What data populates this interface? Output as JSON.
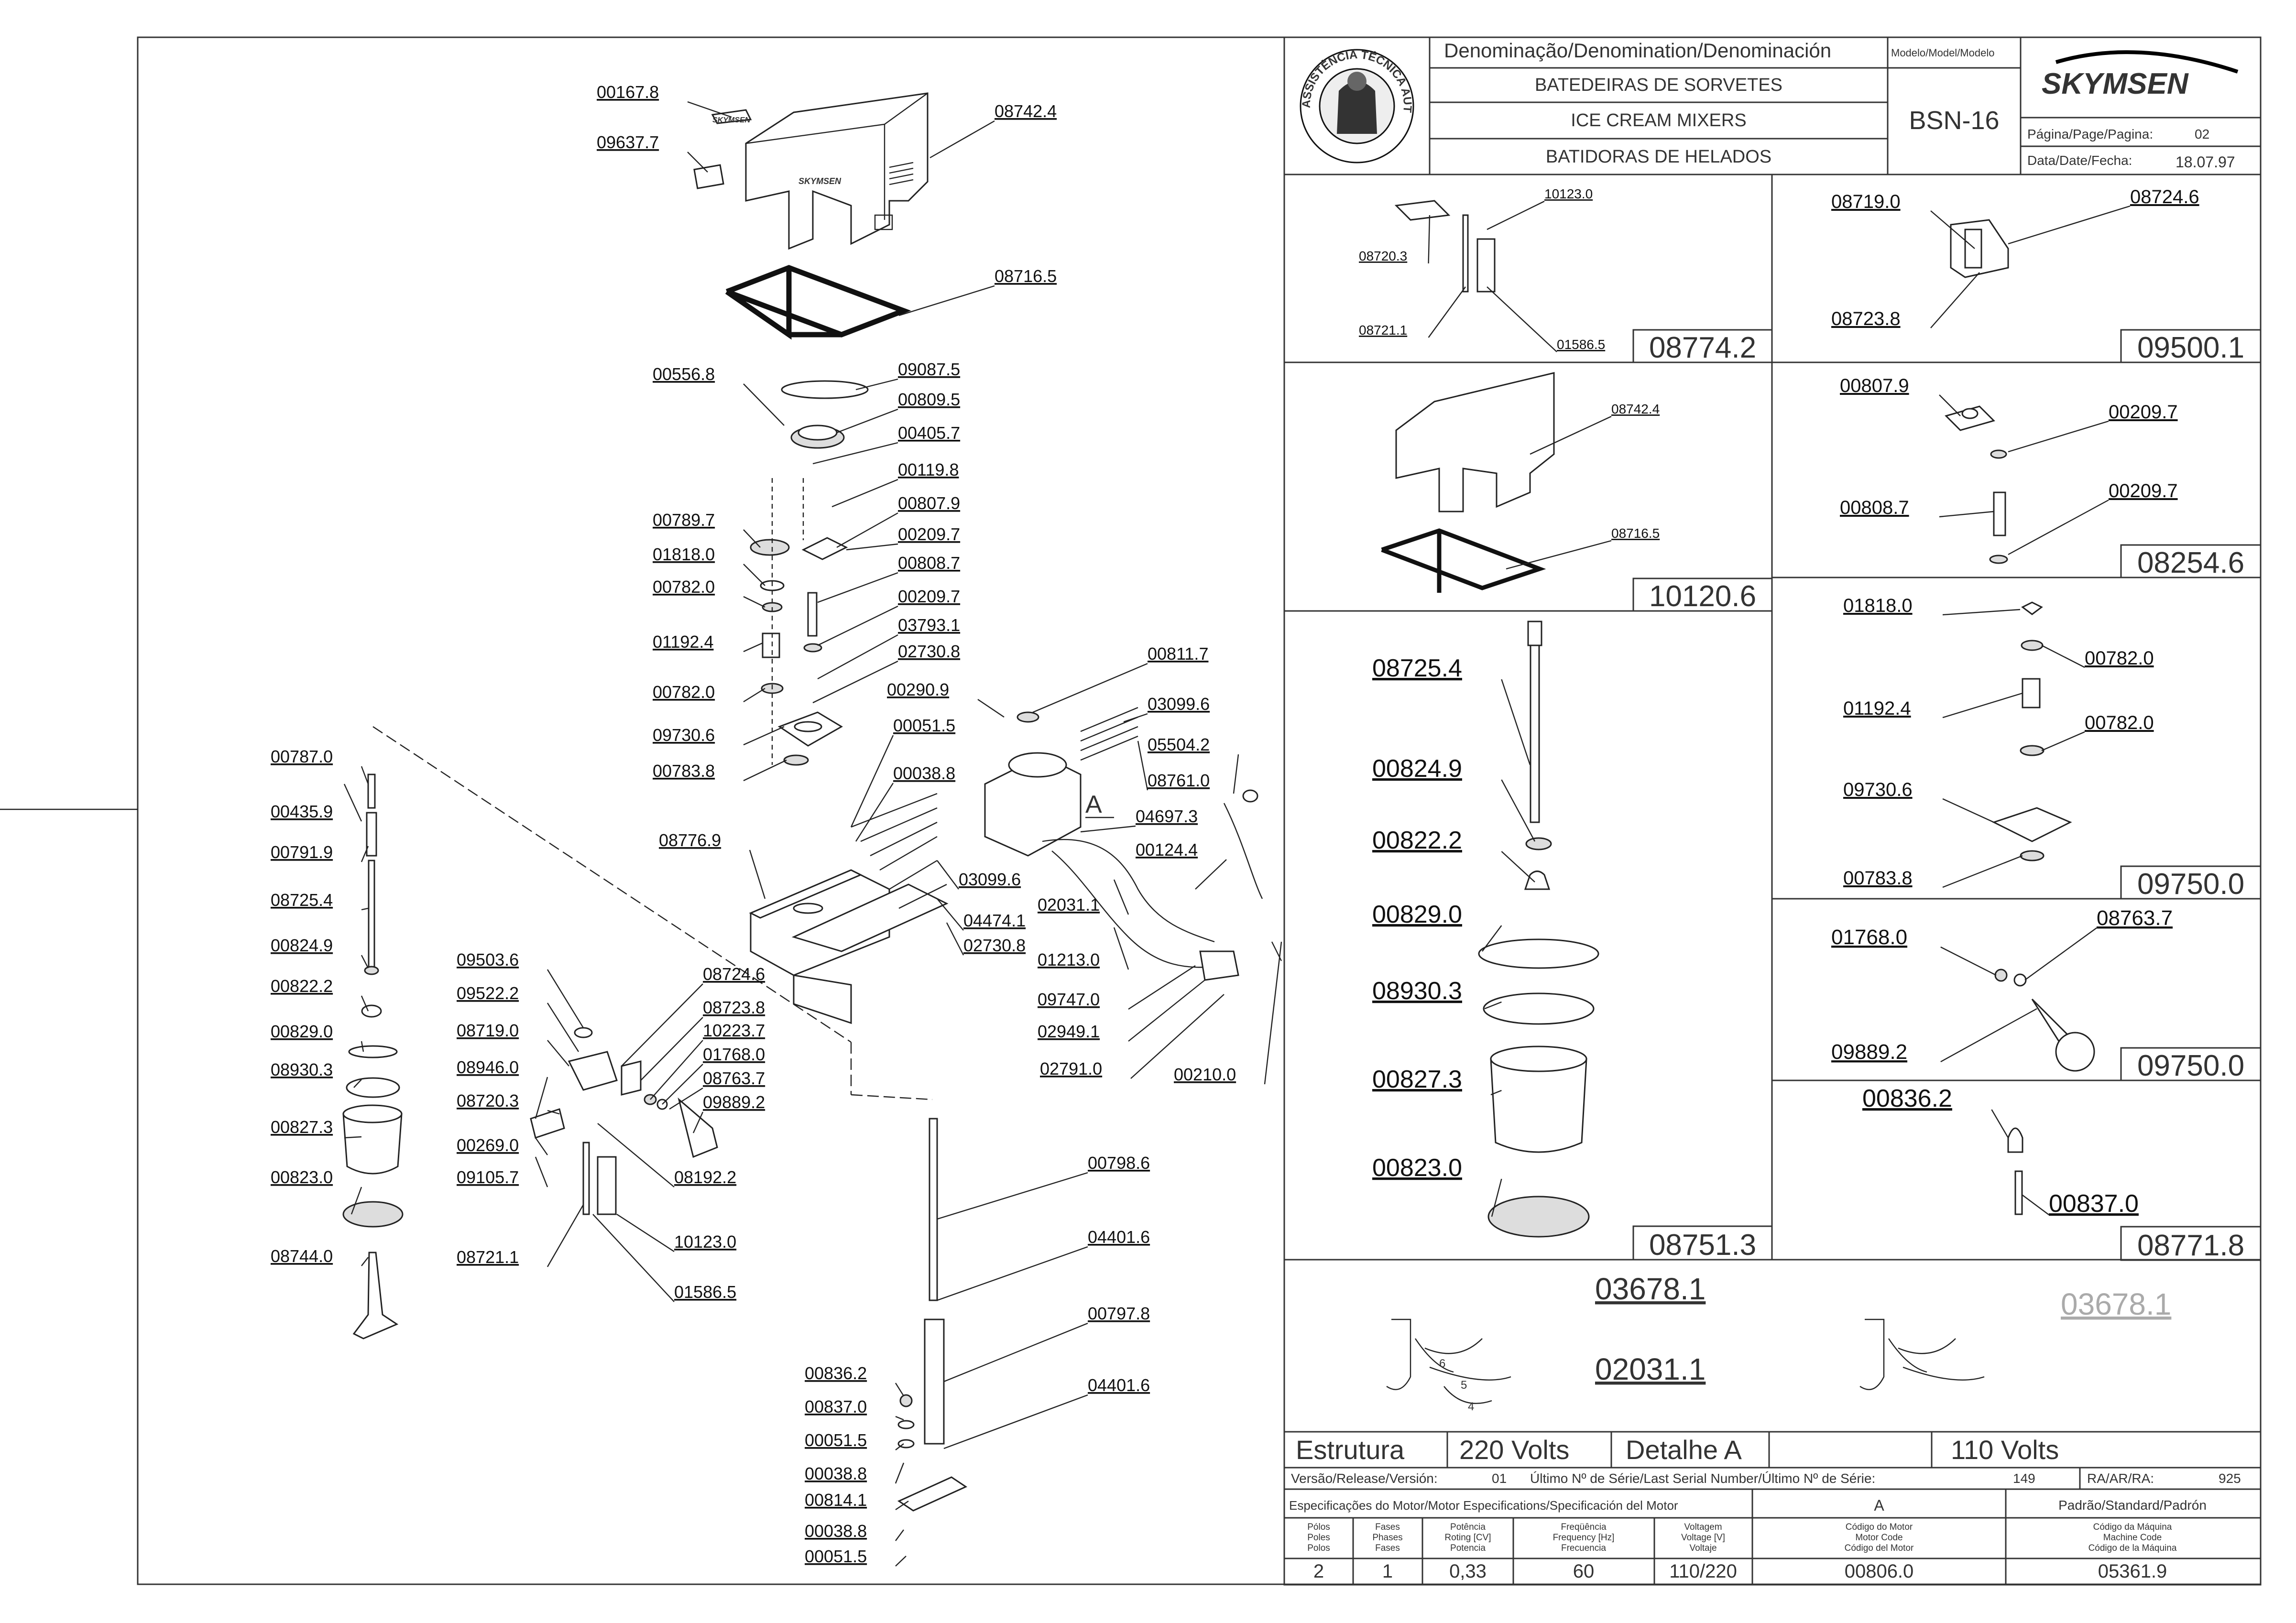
{
  "header": {
    "denomination_label": "Denominação/Denomination/Denominación",
    "name_pt": "BATEDEIRAS DE SORVETES",
    "name_en": "ICE CREAM MIXERS",
    "name_es": "BATIDORAS DE HELADOS",
    "model_label": "Modelo/Model/Modelo",
    "model": "BSN-16",
    "brand": "SKYMSEN",
    "page_label": "Página/Page/Pagina:",
    "page": "02",
    "date_label": "Data/Date/Fecha:",
    "date": "18.07.97",
    "seal_text": "ASSISTÊNCIA TÉCNICA AUTORIZADA"
  },
  "main_labels": [
    {
      "t": "00167.8"
    },
    {
      "t": "09637.7"
    },
    {
      "t": "08742.4"
    },
    {
      "t": "08716.5"
    },
    {
      "t": "00556.8"
    },
    {
      "t": "09087.5"
    },
    {
      "t": "00809.5"
    },
    {
      "t": "00405.7"
    },
    {
      "t": "00119.8"
    },
    {
      "t": "00807.9"
    },
    {
      "t": "00789.7"
    },
    {
      "t": "00209.7"
    },
    {
      "t": "01818.0"
    },
    {
      "t": "00808.7"
    },
    {
      "t": "00782.0"
    },
    {
      "t": "00209.7"
    },
    {
      "t": "03793.1"
    },
    {
      "t": "01192.4"
    },
    {
      "t": "02730.8"
    },
    {
      "t": "00782.0"
    },
    {
      "t": "00290.9"
    },
    {
      "t": "00811.7"
    },
    {
      "t": "09730.6"
    },
    {
      "t": "03099.6"
    },
    {
      "t": "00051.5"
    },
    {
      "t": "00783.8"
    },
    {
      "t": "05504.2"
    },
    {
      "t": "00038.8"
    },
    {
      "t": "08761.0"
    },
    {
      "t": "04697.3"
    },
    {
      "t": "00124.4"
    },
    {
      "t": "08776.9"
    },
    {
      "t": "03099.6"
    },
    {
      "t": "02031.1"
    },
    {
      "t": "04474.1"
    },
    {
      "t": "02730.8"
    },
    {
      "t": "01213.0"
    },
    {
      "t": "09747.0"
    },
    {
      "t": "02949.1"
    },
    {
      "t": "02791.0"
    },
    {
      "t": "00210.0"
    },
    {
      "t": "00787.0"
    },
    {
      "t": "00435.9"
    },
    {
      "t": "00791.9"
    },
    {
      "t": "08725.4"
    },
    {
      "t": "00824.9"
    },
    {
      "t": "00822.2"
    },
    {
      "t": "00829.0"
    },
    {
      "t": "08930.3"
    },
    {
      "t": "00827.3"
    },
    {
      "t": "00823.0"
    },
    {
      "t": "08744.0"
    },
    {
      "t": "09503.6"
    },
    {
      "t": "09522.2"
    },
    {
      "t": "08719.0"
    },
    {
      "t": "08946.0"
    },
    {
      "t": "08720.3"
    },
    {
      "t": "00269.0"
    },
    {
      "t": "09105.7"
    },
    {
      "t": "08721.1"
    },
    {
      "t": "08724.6"
    },
    {
      "t": "08723.8"
    },
    {
      "t": "10223.7"
    },
    {
      "t": "01768.0"
    },
    {
      "t": "08763.7"
    },
    {
      "t": "09889.2"
    },
    {
      "t": "08192.2"
    },
    {
      "t": "10123.0"
    },
    {
      "t": "01586.5"
    },
    {
      "t": "00798.6"
    },
    {
      "t": "04401.6"
    },
    {
      "t": "00797.8"
    },
    {
      "t": "04401.6"
    },
    {
      "t": "00836.2"
    },
    {
      "t": "00837.0"
    },
    {
      "t": "00051.5"
    },
    {
      "t": "00038.8"
    },
    {
      "t": "00814.1"
    },
    {
      "t": "00038.8"
    },
    {
      "t": "00051.5"
    }
  ],
  "detail_a_marker": "A",
  "kits": [
    {
      "code": "08774.2",
      "parts": [
        "10123.0",
        "08720.3",
        "08721.1",
        "01586.5"
      ]
    },
    {
      "code": "09500.1",
      "parts": [
        "08719.0",
        "08724.6",
        "08723.8"
      ]
    },
    {
      "code": "10120.6",
      "parts": [
        "08742.4",
        "08716.5"
      ]
    },
    {
      "code": "08254.6",
      "parts": [
        "00807.9",
        "00209.7",
        "00808.7",
        "00209.7"
      ]
    },
    {
      "code": "08751.3",
      "parts": [
        "08725.4",
        "00824.9",
        "00822.2",
        "00829.0",
        "08930.3",
        "00827.3",
        "00823.0"
      ]
    },
    {
      "code": "09750.0",
      "parts": [
        "01818.0",
        "00782.0",
        "01192.4",
        "00782.0",
        "09730.6",
        "00783.8"
      ]
    },
    {
      "code": "09750.0",
      "parts": [
        "01768.0",
        "08763.7",
        "09889.2"
      ]
    },
    {
      "code": "08771.8",
      "parts": [
        "00836.2",
        "00837.0"
      ]
    }
  ],
  "wiring": {
    "left_labels": [
      "03678.1",
      "02031.1"
    ],
    "right_labels": [
      "03678.1"
    ],
    "wire_numbers": [
      "6",
      "5",
      "4"
    ],
    "estrutura": "Estrutura",
    "volts_220": "220 Volts",
    "detalhe": "Detalhe A",
    "volts_110": "110 Volts"
  },
  "release": {
    "version_label": "Versão/Release/Versión:",
    "version": "01",
    "serial_label": "Último Nº de Série/Last Serial Number/Último Nº de Série:",
    "serial": "149",
    "ra_label": "RA/AR/RA:",
    "ra": "925"
  },
  "motor": {
    "spec_label": "Especificações do Motor/Motor Especifications/Specificación del Motor",
    "column_a": "A",
    "standard_label": "Padrão/Standard/Padrón",
    "headers": [
      [
        "Pólos",
        "Poles",
        "Polos"
      ],
      [
        "Fases",
        "Phases",
        "Fases"
      ],
      [
        "Potência",
        "Roting [CV]",
        "Potencia"
      ],
      [
        "Freqüência",
        "Frequency [Hz]",
        "Frecuencia"
      ],
      [
        "Voltagem",
        "Voltage [V]",
        "Voltaje"
      ],
      [
        "Código do Motor",
        "Motor Code",
        "Código del Motor"
      ],
      [
        "Código da Máquina",
        "Machine Code",
        "Código de la Máquina"
      ]
    ],
    "values": [
      "2",
      "1",
      "0,33",
      "60",
      "110/220",
      "00806.0",
      "05361.9"
    ]
  }
}
